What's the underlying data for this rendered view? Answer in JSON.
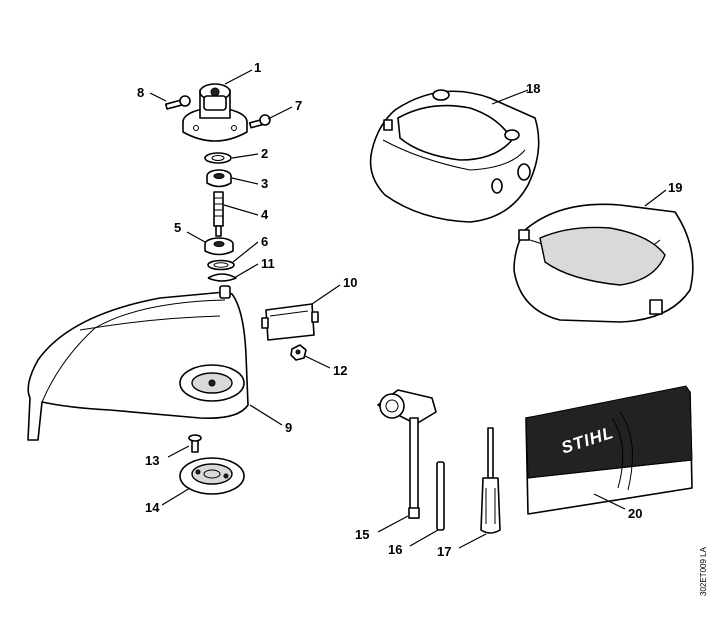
{
  "callouts": {
    "c1": "1",
    "c2": "2",
    "c3": "3",
    "c4": "4",
    "c5": "5",
    "c6": "6",
    "c7": "7",
    "c8": "8",
    "c9": "9",
    "c10": "10",
    "c11": "11",
    "c12": "12",
    "c13": "13",
    "c14": "14",
    "c15": "15",
    "c16": "16",
    "c17": "17",
    "c18": "18",
    "c19": "19",
    "c20": "20"
  },
  "brand_label": "STIHL",
  "document_ref": "302ET009 LA"
}
